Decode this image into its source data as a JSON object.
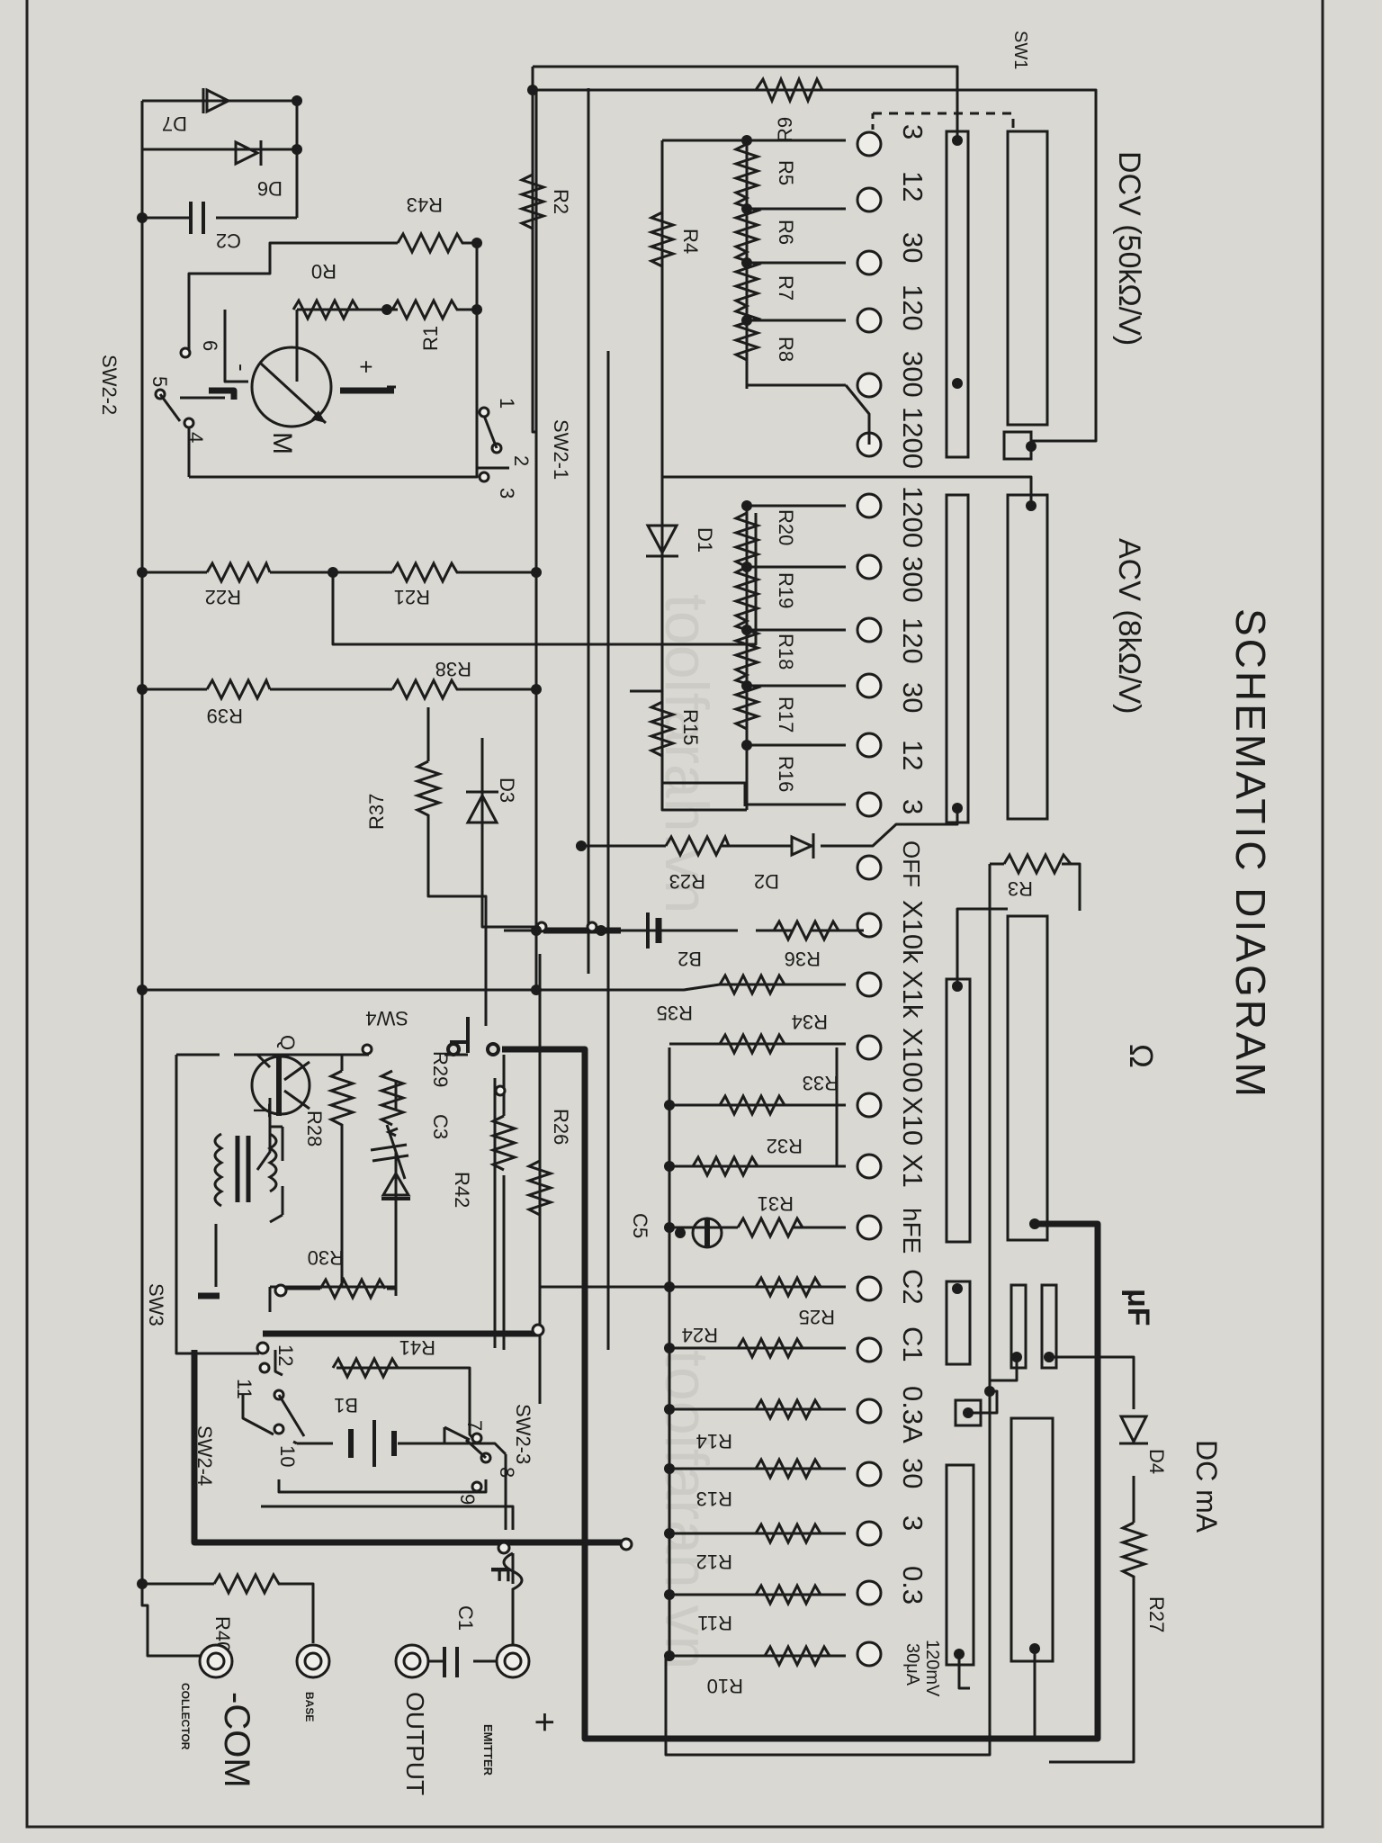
{
  "title": "SCHEMATIC DIAGRAM",
  "sections": {
    "dcv": "DCV (50kΩ/V)",
    "acv": "ACV (8kΩ/V)",
    "ohm": "Ω",
    "uf": "μF",
    "dcma": "DC mA"
  },
  "watermarks": [
    "toolfarah.vn",
    "toolfarah.vn"
  ],
  "ranges": {
    "dcv": [
      "3",
      "12",
      "30",
      "120",
      "300",
      "1200"
    ],
    "acv": [
      "1200",
      "300",
      "120",
      "30",
      "12",
      "3"
    ],
    "ohm": [
      "OFF",
      "X10k",
      "X1k",
      "X100",
      "X10",
      "X1",
      "hFE",
      "C2",
      "C1"
    ],
    "dcma": [
      "0.3A",
      "30",
      "3",
      "0.3"
    ],
    "last": [
      "120mV",
      "30μA"
    ]
  },
  "switches": {
    "sw1": "SW1",
    "sw2_1": "SW2-1",
    "sw2_2": "SW2-2",
    "sw2_3": "SW2-3",
    "sw2_4": "SW2-4",
    "sw3": "SW3",
    "sw4": "SW4"
  },
  "resistors": {
    "r0": "R0",
    "r1": "R1",
    "r2": "R2",
    "r3": "R3",
    "r4": "R4",
    "r5": "R5",
    "r6": "R6",
    "r7": "R7",
    "r8": "R8",
    "r9": "R9",
    "r10": "R10",
    "r11": "R11",
    "r12": "R12",
    "r13": "R13",
    "r14": "R14",
    "r15": "R15",
    "r16": "R16",
    "r17": "R17",
    "r18": "R18",
    "r19": "R19",
    "r20": "R20",
    "r21": "R21",
    "r22": "R22",
    "r23": "R23",
    "r24": "R24",
    "r25": "R25",
    "r26": "R26",
    "r27": "R27",
    "r28": "R28",
    "r29": "R29",
    "r30": "R30",
    "r31": "R31",
    "r32": "R32",
    "r33": "R33",
    "r34": "R34",
    "r35": "R35",
    "r36": "R36",
    "r37": "R37",
    "r38": "R38",
    "r39": "R39",
    "r40": "R40",
    "r41": "R41",
    "r42": "R42",
    "r43": "R43"
  },
  "components": {
    "d1": "D1",
    "d2": "D2",
    "d3": "D3",
    "d4": "D4",
    "d6": "D6",
    "d7": "D7",
    "c1": "C1",
    "c2": "C2",
    "c3": "C3",
    "c5": "C5",
    "b1": "B1",
    "b2": "B2",
    "meter": "M",
    "transistor": "Q",
    "transformer": "T",
    "fuse": "F",
    "plus": "+",
    "minus": "-"
  },
  "switch_positions": {
    "p1": "1",
    "p2": "2",
    "p3": "3",
    "p4": "4",
    "p5": "5",
    "p6": "6",
    "p7": "7",
    "p8": "8",
    "p9": "9",
    "p10": "10",
    "p11": "11",
    "p12": "12"
  },
  "terminals": {
    "plus": "+",
    "emitter": "EMITTER",
    "output": "OUTPUT",
    "base": "BASE",
    "com": "-COM",
    "collector": "COLLECTOR"
  }
}
